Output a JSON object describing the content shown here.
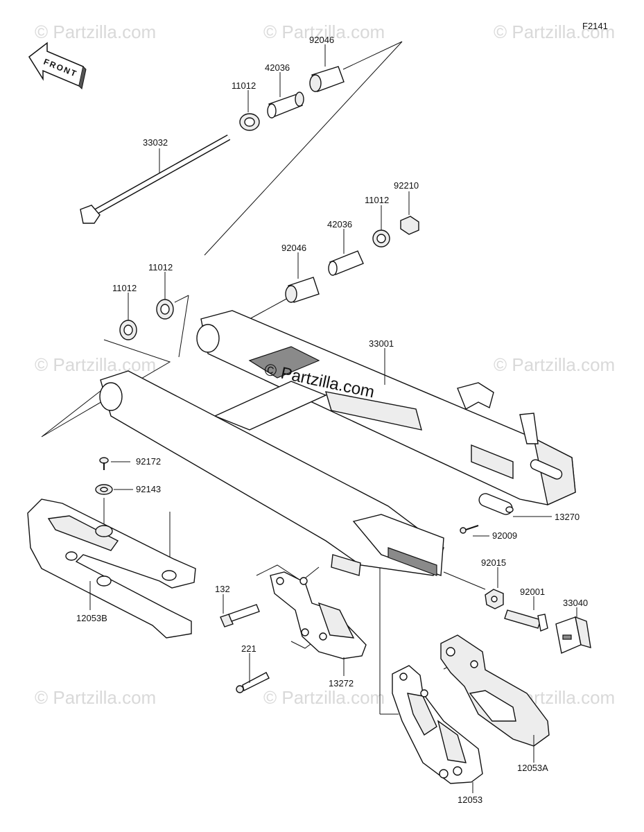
{
  "figure_code": "F2141",
  "front_label": "FRONT",
  "watermark": "© Partzilla.com",
  "center_watermark": "© Partzilla.com",
  "labels": {
    "p92046_top": "92046",
    "p42036_top": "42036",
    "p11012_top": "11012",
    "p33032": "33032",
    "p92210": "92210",
    "p11012_right": "11012",
    "p42036_mid": "42036",
    "p92046_mid": "92046",
    "p11012_left2": "11012",
    "p11012_left1": "11012",
    "p33001": "33001",
    "p92172": "92172",
    "p92143": "92143",
    "p13270": "13270",
    "p92009": "92009",
    "p92015": "92015",
    "p92001": "92001",
    "p33040": "33040",
    "p132": "132",
    "p12053B": "12053B",
    "p221": "221",
    "p13272": "13272",
    "p12053A": "12053A",
    "p12053": "12053"
  }
}
